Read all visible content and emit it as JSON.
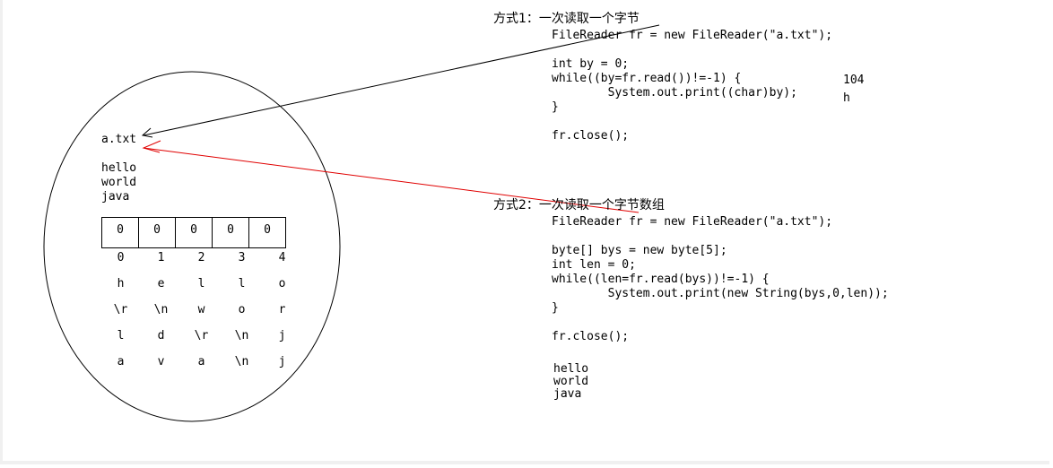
{
  "file_box": {
    "filename": "a.txt",
    "lines": [
      "hello",
      "world",
      "java"
    ]
  },
  "buffer": {
    "cells": [
      "0",
      "0",
      "0",
      "0",
      "0"
    ],
    "indices": [
      "0",
      "1",
      "2",
      "3",
      "4"
    ],
    "rows": [
      [
        "h",
        "e",
        "l",
        "l",
        "o"
      ],
      [
        "\\r",
        "\\n",
        "w",
        "o",
        "r"
      ],
      [
        "l",
        "d",
        "\\r",
        "\\n",
        "j"
      ],
      [
        "a",
        "v",
        "a",
        "\\n",
        "j"
      ]
    ]
  },
  "method1": {
    "title": "方式1：一次读取一个字节",
    "code": [
      "FileReader fr = new FileReader(\"a.txt\");",
      "",
      "int by = 0;",
      "while((by=fr.read())!=-1) {",
      "        System.out.print((char)by);",
      "}",
      "",
      "fr.close();"
    ],
    "output": [
      "104",
      "h"
    ]
  },
  "method2": {
    "title": "方式2：一次读取一个字节数组",
    "code": [
      "FileReader fr = new FileReader(\"a.txt\");",
      "",
      "byte[] bys = new byte[5];",
      "int len = 0;",
      "while((len=fr.read(bys))!=-1) {",
      "        System.out.print(new String(bys,0,len));",
      "}",
      "",
      "fr.close();"
    ],
    "output": [
      "hello",
      "world",
      "java"
    ]
  },
  "colors": {
    "arrow1": "#000000",
    "arrow2": "#e00000"
  }
}
